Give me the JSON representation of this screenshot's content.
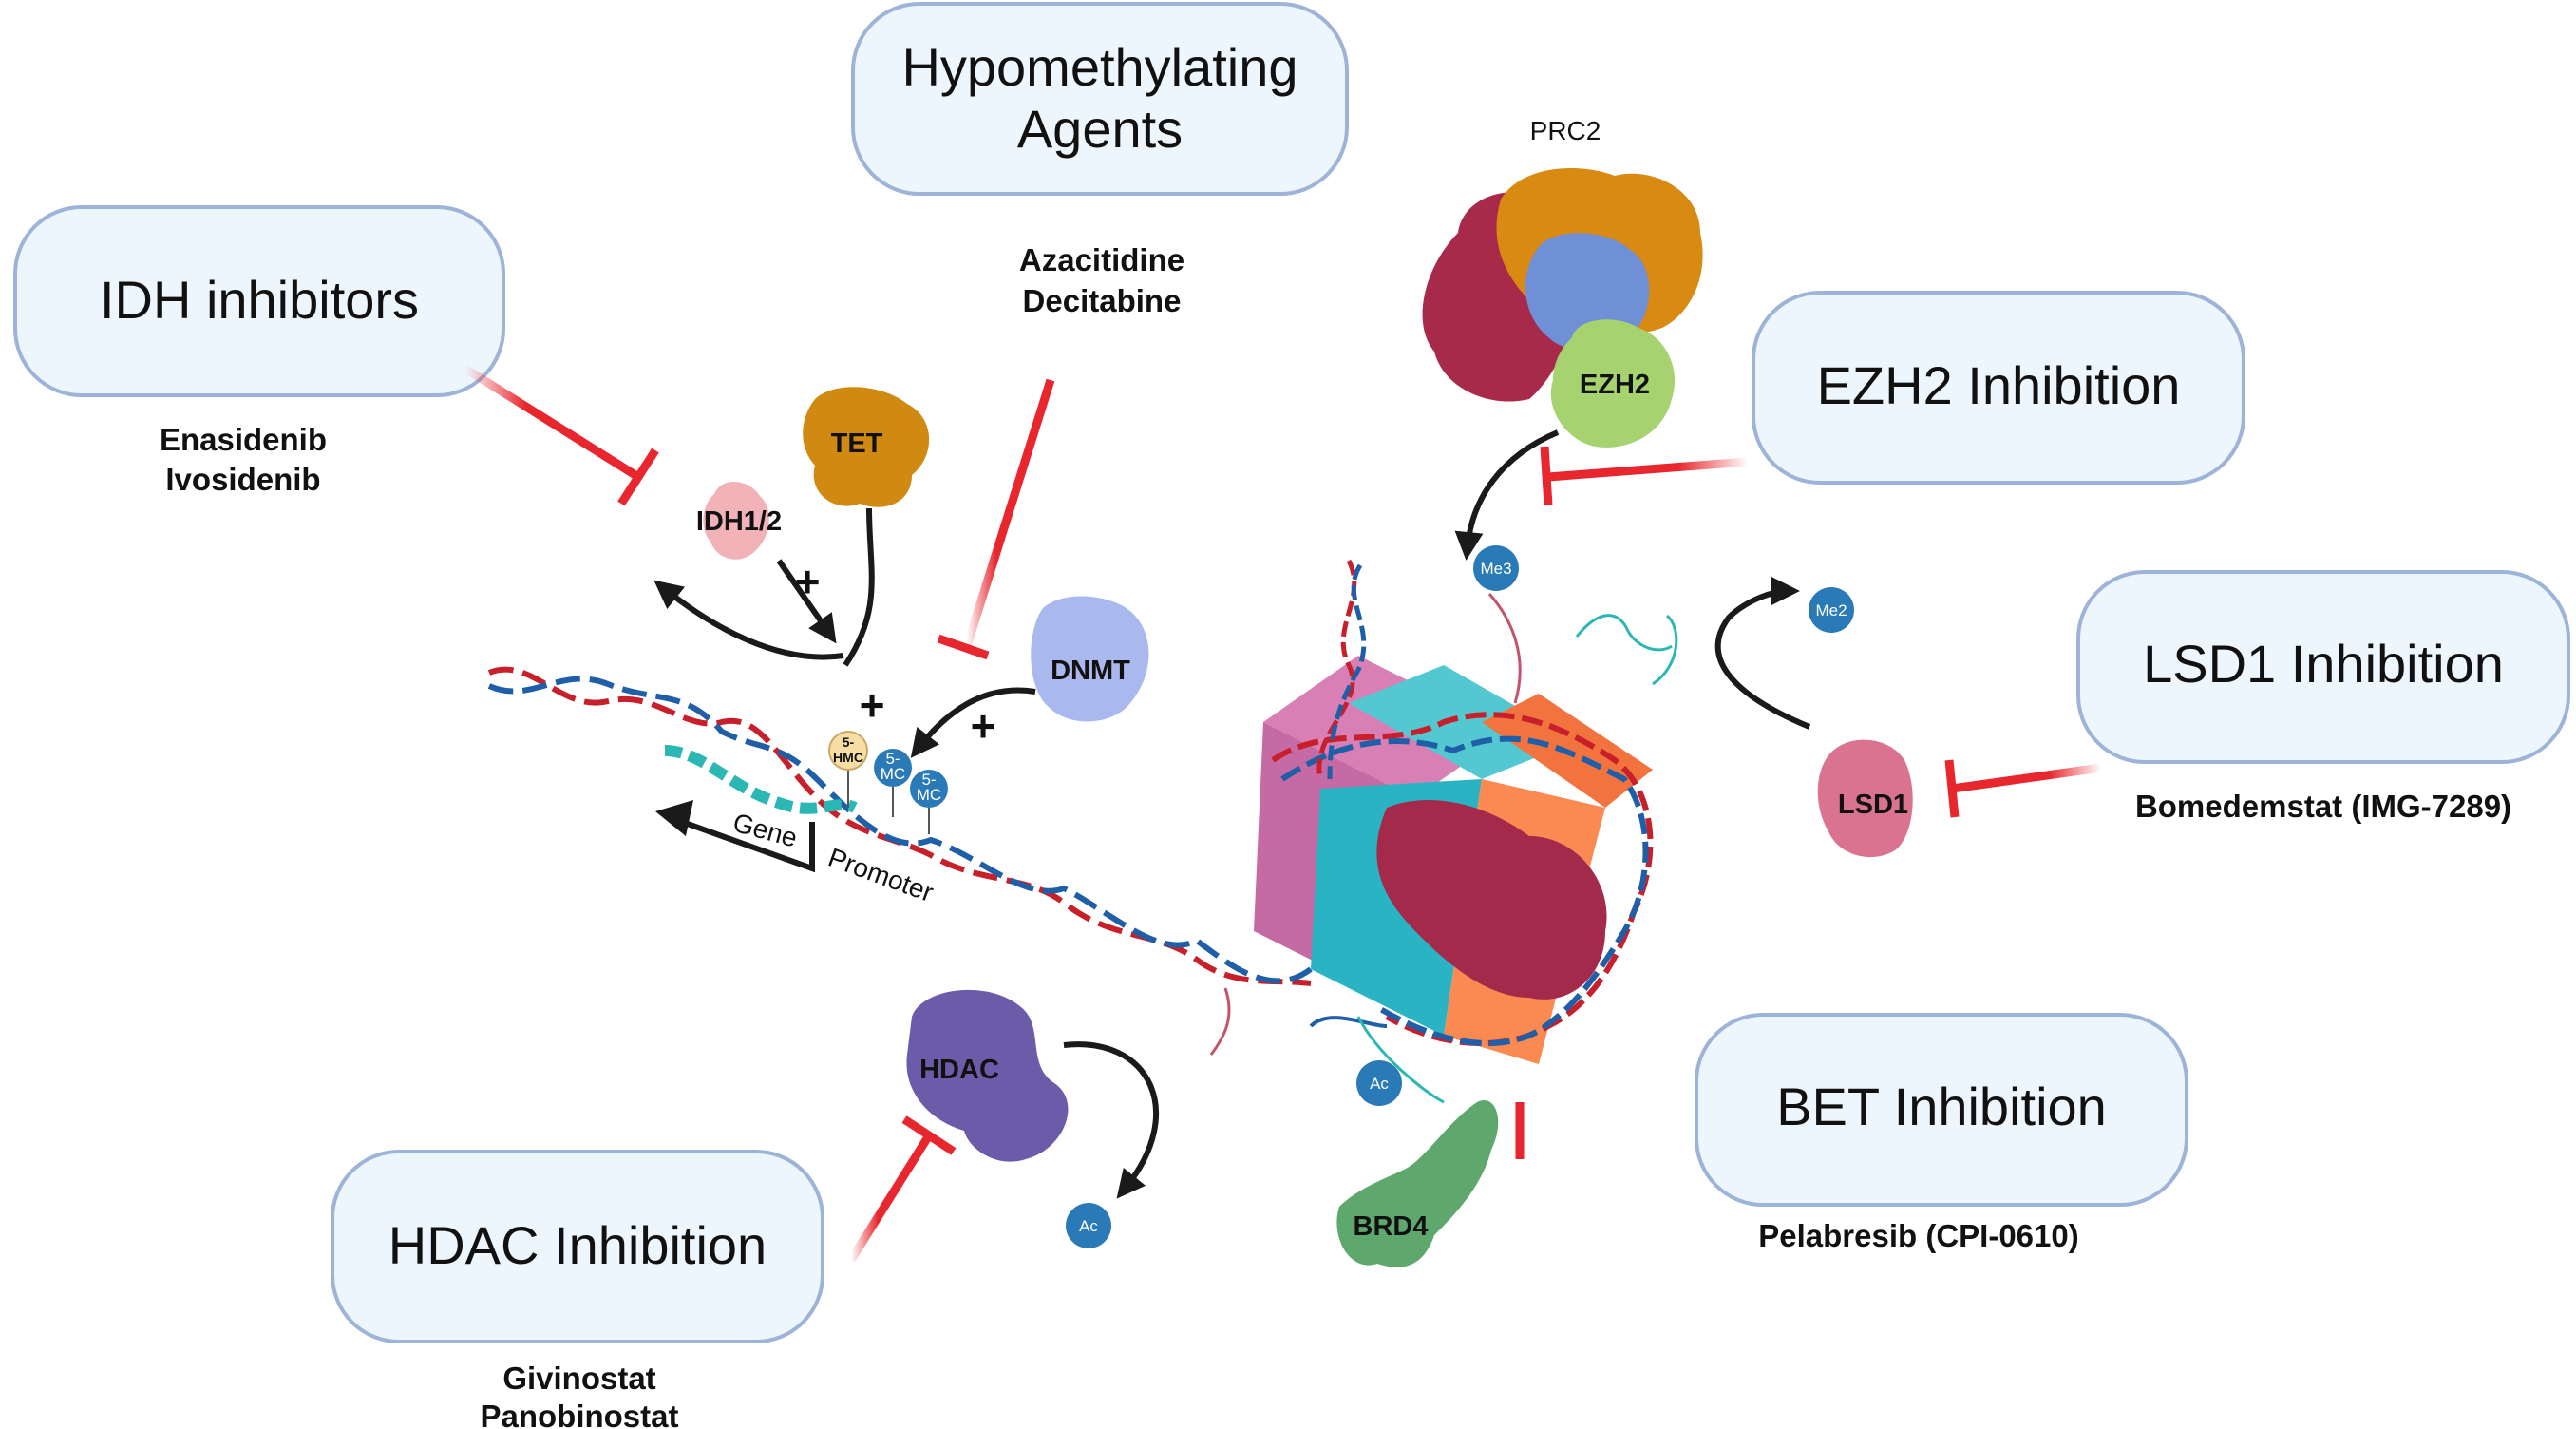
{
  "therapy_boxes": {
    "hypomethylating": {
      "line1": "Hypomethylating",
      "line2": "Agents"
    },
    "idh": {
      "label": "IDH inhibitors"
    },
    "ezh2": {
      "label": "EZH2 Inhibition"
    },
    "lsd1": {
      "label": "LSD1 Inhibition"
    },
    "bet": {
      "label": "BET Inhibition"
    },
    "hdac": {
      "label": "HDAC Inhibition"
    }
  },
  "drugs": {
    "hypomethylating": [
      "Azacitidine",
      "Decitabine"
    ],
    "idh": [
      "Enasidenib",
      "Ivosidenib"
    ],
    "lsd1": [
      "Bomedemstat (IMG-7289)"
    ],
    "bet": [
      "Pelabresib (CPI-0610)"
    ],
    "hdac": [
      "Givinostat",
      "Panobinostat"
    ]
  },
  "molecules": {
    "prc2": "PRC2",
    "ezh2": "EZH2",
    "tet": "TET",
    "idh12": "IDH1/2",
    "dnmt": "DNMT",
    "lsd1": "LSD1",
    "hdac": "HDAC",
    "brd4": "BRD4"
  },
  "marks": {
    "me3": "Me3",
    "me2": "Me2",
    "ac_hdac": "Ac",
    "ac_histone": "Ac",
    "hmc_top": "5-",
    "hmc_bottom": "HMC",
    "mc_top": "5-",
    "mc_bottom": "MC"
  },
  "dna_labels": {
    "gene": "Gene",
    "promoter": "Promoter",
    "plus": "+"
  },
  "colors": {
    "pill_fill": "#eef6fd",
    "pill_stroke": "#9db3d7",
    "inhibition": "#e8262d",
    "arrow": "#1a1a1a",
    "dna_red": "#c8202a",
    "dna_blue": "#1f5fa8",
    "gene_teal": "#2bb7b4",
    "tet": "#d08a12",
    "idh": "#f2b3b8",
    "dnmt": "#a9b9ee",
    "ezh2": "#a6d36f",
    "prc2_orange": "#d88a12",
    "prc2_blue": "#6f8fd6",
    "prc2_red": "#a82a4a",
    "lsd1": "#d9738f",
    "hdac": "#6c5ba8",
    "brd4": "#5ea86e",
    "mark_blue": "#2a7ab8"
  }
}
